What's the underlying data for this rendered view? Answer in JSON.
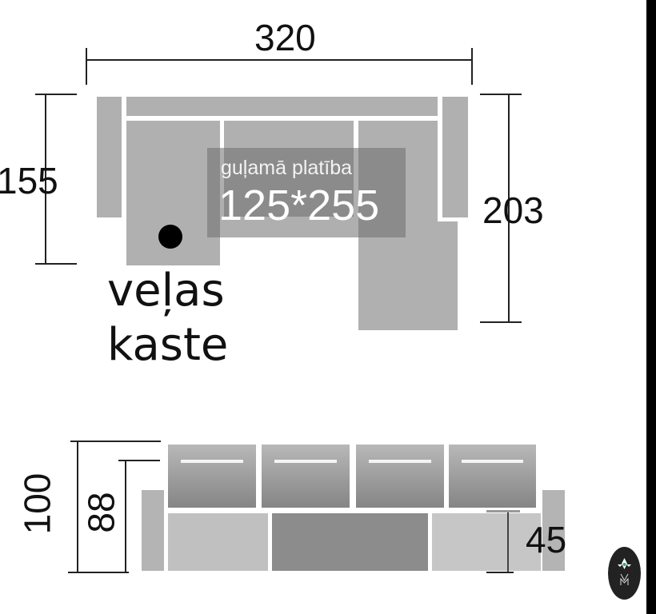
{
  "top_view": {
    "width_label": "320",
    "depth_left_label": "155",
    "depth_right_label": "203",
    "sleeping_area_title": "guļamā platība",
    "sleeping_area_size": "125*255",
    "storage_label_line1": "veļas",
    "storage_label_line2": "kaste"
  },
  "front_view": {
    "total_height_label": "100",
    "back_height_label": "88",
    "seat_height_label": "45"
  },
  "colors": {
    "frame": "#b0b0b0",
    "overlay": "#8e8e8e",
    "line": "#222222",
    "logo_bg": "#222222"
  }
}
